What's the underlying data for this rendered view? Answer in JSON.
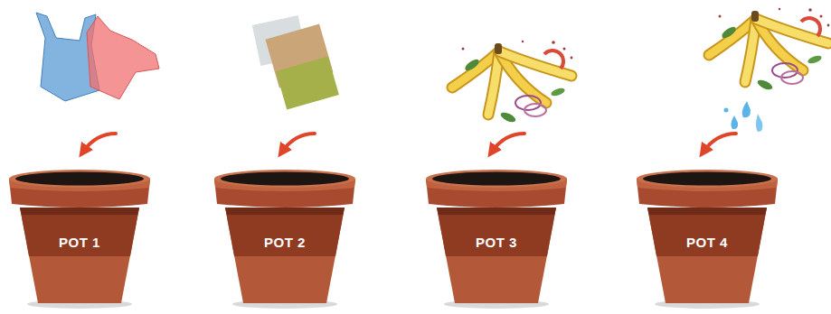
{
  "diagram": {
    "nodes": [
      {
        "text": [
          "POT 1"
        ]
      },
      {
        "text": [
          "POT 2"
        ]
      },
      {
        "text": [
          "POT 3"
        ]
      },
      {
        "text": [
          "POT 4"
        ]
      }
    ]
  }
}
